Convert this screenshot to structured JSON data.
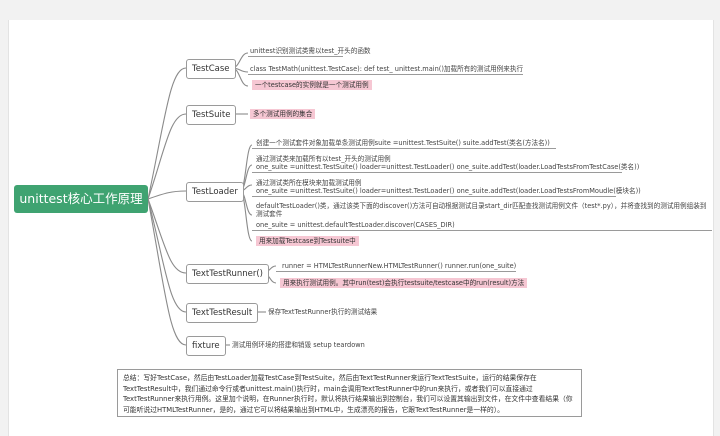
{
  "root": "unittest核心工作原理",
  "branches": {
    "testcase": {
      "label": "TestCase",
      "lines": [
        "unittest识别测试类需以test_开头的函数",
        "class TestMath(unittest.TestCase):     def test_     unittest.main()加载所有的测试用例来执行"
      ],
      "highlight": "一个testcase的实例就是一个测试用例"
    },
    "testsuite": {
      "label": "TestSuite",
      "highlight": "多个测试用例的集合"
    },
    "testloader": {
      "label": "TestLoader",
      "lines": [
        "创建一个测试套件对象加载单条测试用例suite =unittest.TestSuite()   suite.addTest(类名(方法名))",
        "通过测试类来加载所有以test_开头的测试用例",
        "one_suite =unittest.TestSuite()  loader=unittest.TestLoader()   one_suite.addTest(loader.LoadTestsFromTestCase(类名))",
        "通过测试类所在模块来加载测试用例",
        "one_suite =unittest.TestSuite() loader=unittest.TestLoader()  one_suite.addTest(loader.LoadTestsFromMoudle(模块名))",
        "defaultTestLoader()类，通过该类下面的discover()方法可自动根据测试目录start_dir匹配查找测试用例文件（test*.py），并将查找到的测试用例组装到测试套件",
        "one_suite = unittest.defaultTestLoader.discover(CASES_DIR)"
      ],
      "highlight": "用来加载Testcase到Testsuite中"
    },
    "testrunner": {
      "label": "TextTestRunner()",
      "line": "runner = HTMLTestRunnerNew.HTMLTestRunner()   runner.run(one_suite)",
      "highlight": "用来执行测试用例。其中run(test)会执行testsuite/testcase中的run(result)方法"
    },
    "testresult": {
      "label": "TextTestResult",
      "line": "保存TextTestRunner执行的测试结果"
    },
    "fixture": {
      "label": "fixture",
      "line": "测试用例环境的搭建和销毁 setup teardown"
    }
  },
  "summary": "总结：写好TestCase，然后由TestLoader加载TestCase到TestSuite，然后由TextTestRunner来运行TextTestSuite，运行的结果保存在TextTestResult中，我们通过命令行或者unittest.main()执行时，main会调用TextTestRunner中的run来执行，或者我们可以直接通过TextTestRunner来执行用例。这里加个说明，在Runner执行时，默认将执行结果输出到控制台，我们可以设置其输出到文件，在文件中查看结果（你可能听说过HTMLTestRunner，是的，通过它可以将结果输出到HTML中，生成漂亮的报告，它跟TextTestRunner是一样的）。",
  "colors": {
    "root": "#3fa371",
    "highlight": "#f6c7d3",
    "connector": "#8a8a8a"
  }
}
